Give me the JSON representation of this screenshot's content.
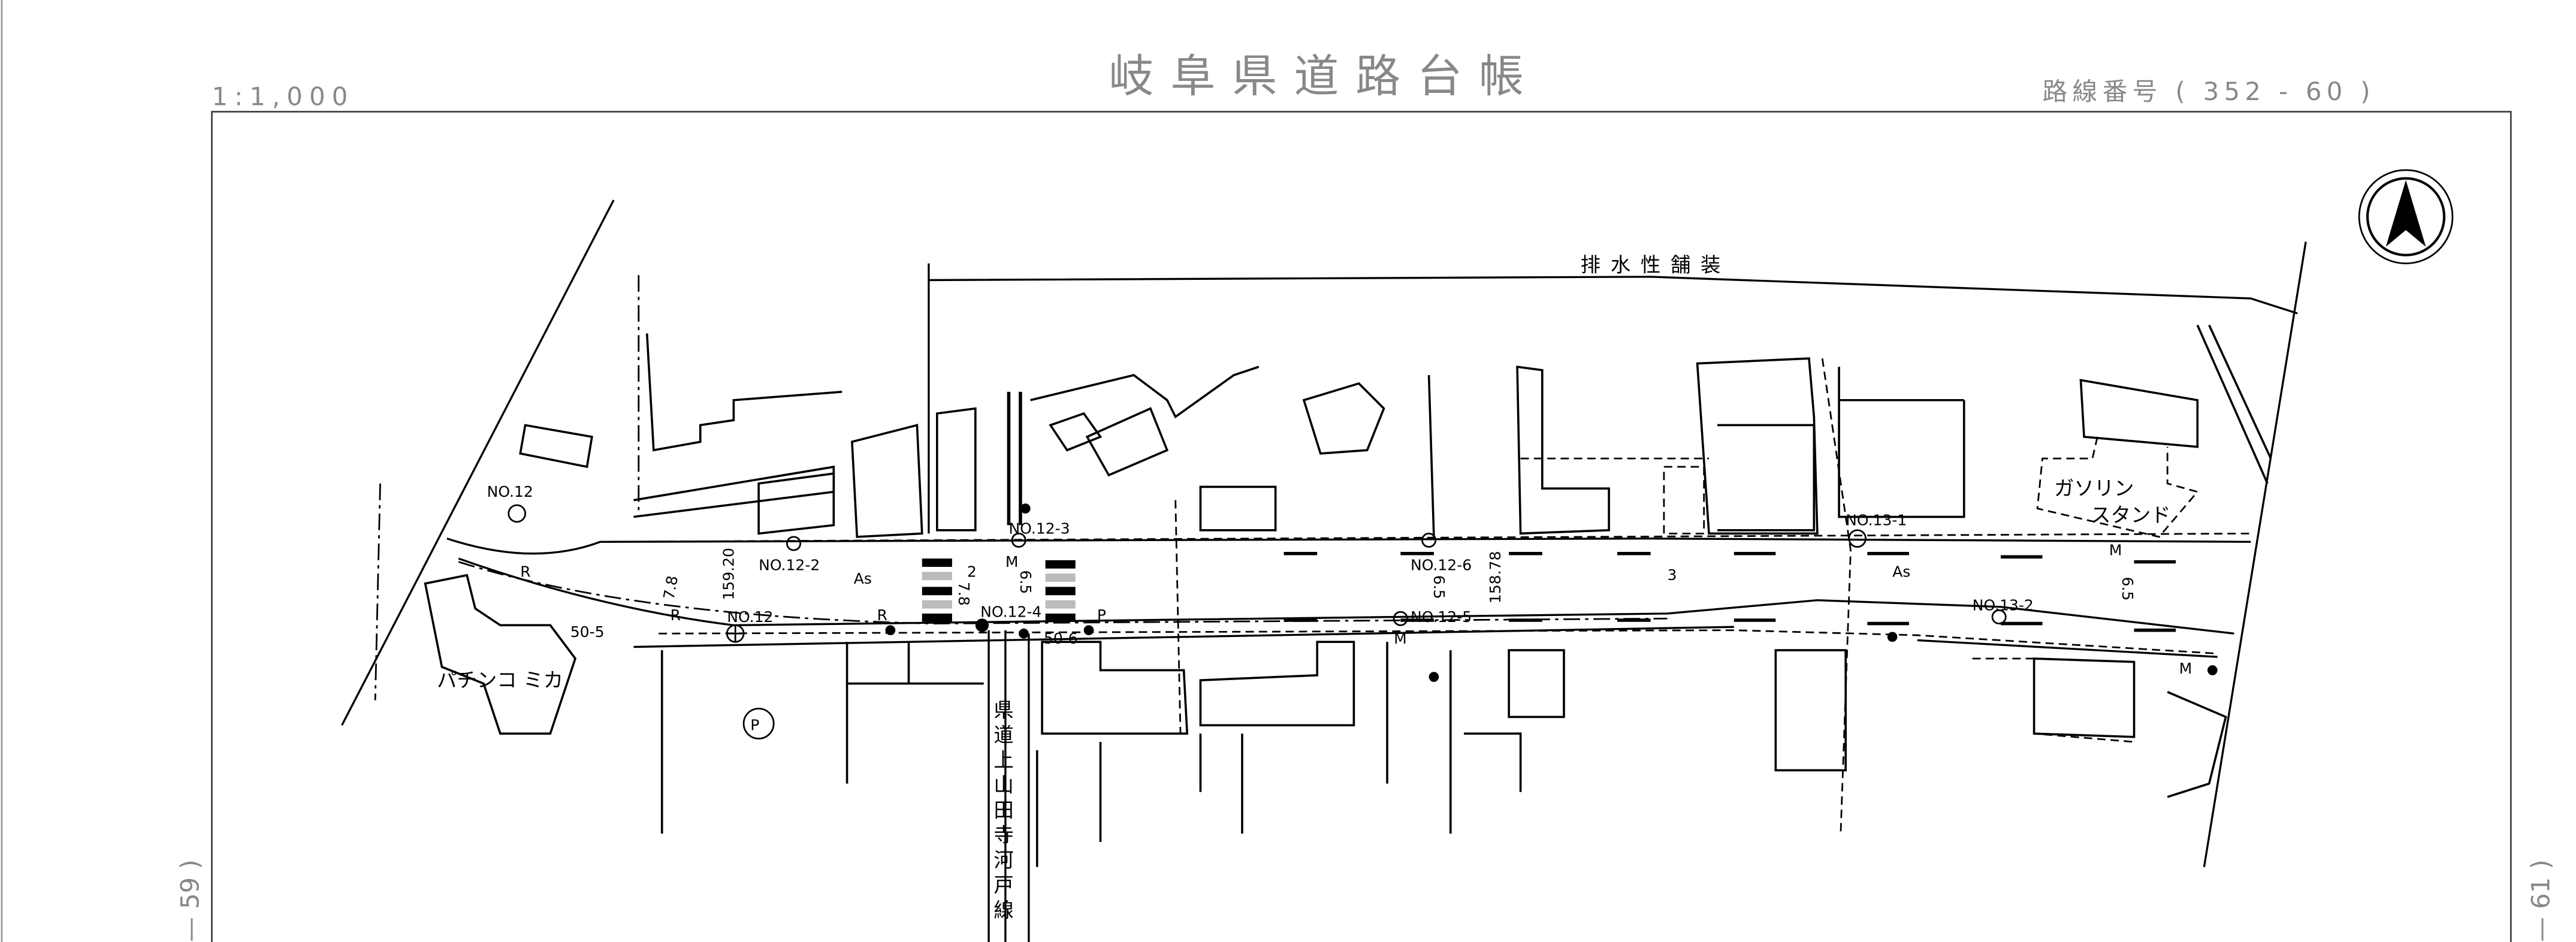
{
  "header": {
    "scale": "1:1,000",
    "title": "岐阜県道路台帳",
    "route_number": "路線番号 ( 352 - 60 )"
  },
  "side_labels": {
    "left_sheet": "— 59 )",
    "right_sheet": "— 61 )"
  },
  "map": {
    "pavement_note": "排水性舗装",
    "cross_road": [
      "県",
      "道",
      "上",
      "山",
      "田",
      "寺",
      "河",
      "戸",
      "線"
    ],
    "places": {
      "gas_station_line1": "ガソリン",
      "gas_station_line2": "スタンド",
      "pachinko": "パチンコ ミカ",
      "parking": "P"
    },
    "stations": {
      "no12_top": "NO.12",
      "no12_2": "NO.12-2",
      "no12_3": "NO.12-3",
      "no12_4": "NO.12-4",
      "no12_5": "NO.12-5",
      "no12_6": "NO.12-6",
      "no13_1": "NO.13-1",
      "no13_2": "NO.13-2",
      "no12_bottom": "NO.12",
      "bm_50_5": "50-5",
      "bm_50_6": "50-6"
    },
    "surface": {
      "as1": "As",
      "as2": "As"
    },
    "dimensions": {
      "w1": "7.8",
      "elev1": "159.20",
      "w2": "7.8",
      "w3": "6.5",
      "w4": "6.5",
      "elev2": "158.78",
      "w5": "6.5"
    },
    "sheet_points": {
      "p2": "2",
      "p3": "3"
    },
    "symbols": {
      "r": "R",
      "m": "M",
      "p": "P"
    }
  }
}
